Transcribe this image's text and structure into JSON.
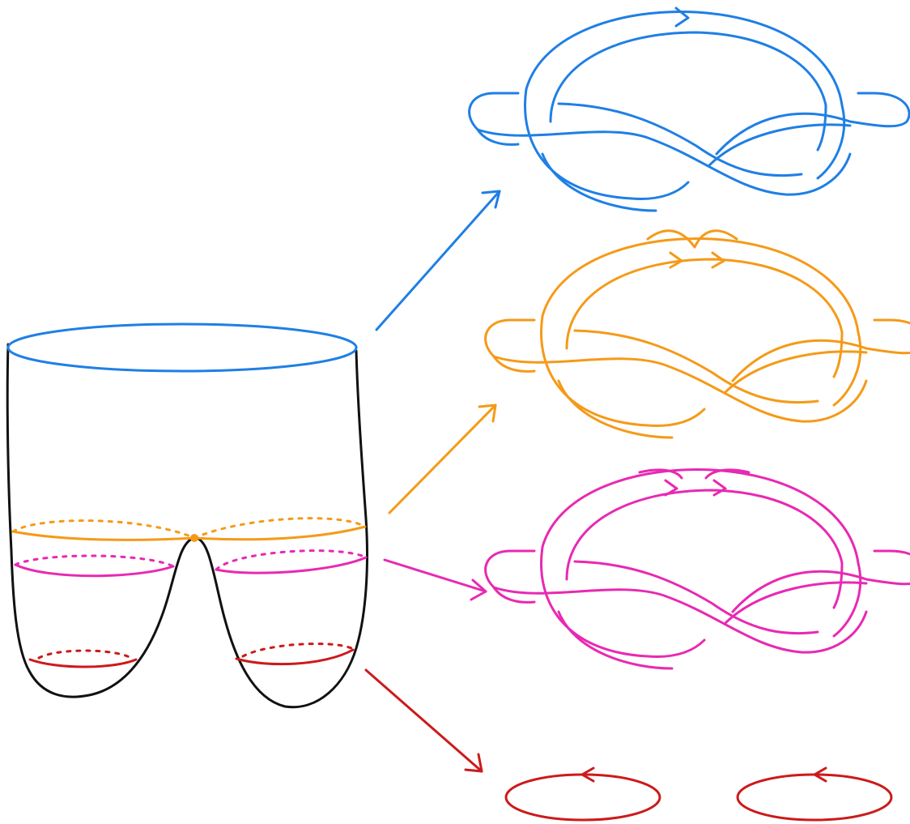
{
  "colors": {
    "outline": "#111111",
    "blue": "#1f7fe5",
    "orange": "#f59a18",
    "magenta": "#e829b2",
    "red": "#cc1a1a"
  },
  "figure": {
    "cobordism": {
      "description_icon": "pair-of-pants-surface-icon",
      "levels": [
        "blue",
        "orange",
        "magenta",
        "red"
      ]
    },
    "knots": [
      {
        "level": "blue",
        "kind": "figure-eight-band-closed"
      },
      {
        "level": "orange",
        "kind": "figure-eight-band-pinched"
      },
      {
        "level": "magenta",
        "kind": "figure-eight-band-split"
      },
      {
        "level": "red",
        "kind": "two-unknots"
      }
    ]
  }
}
